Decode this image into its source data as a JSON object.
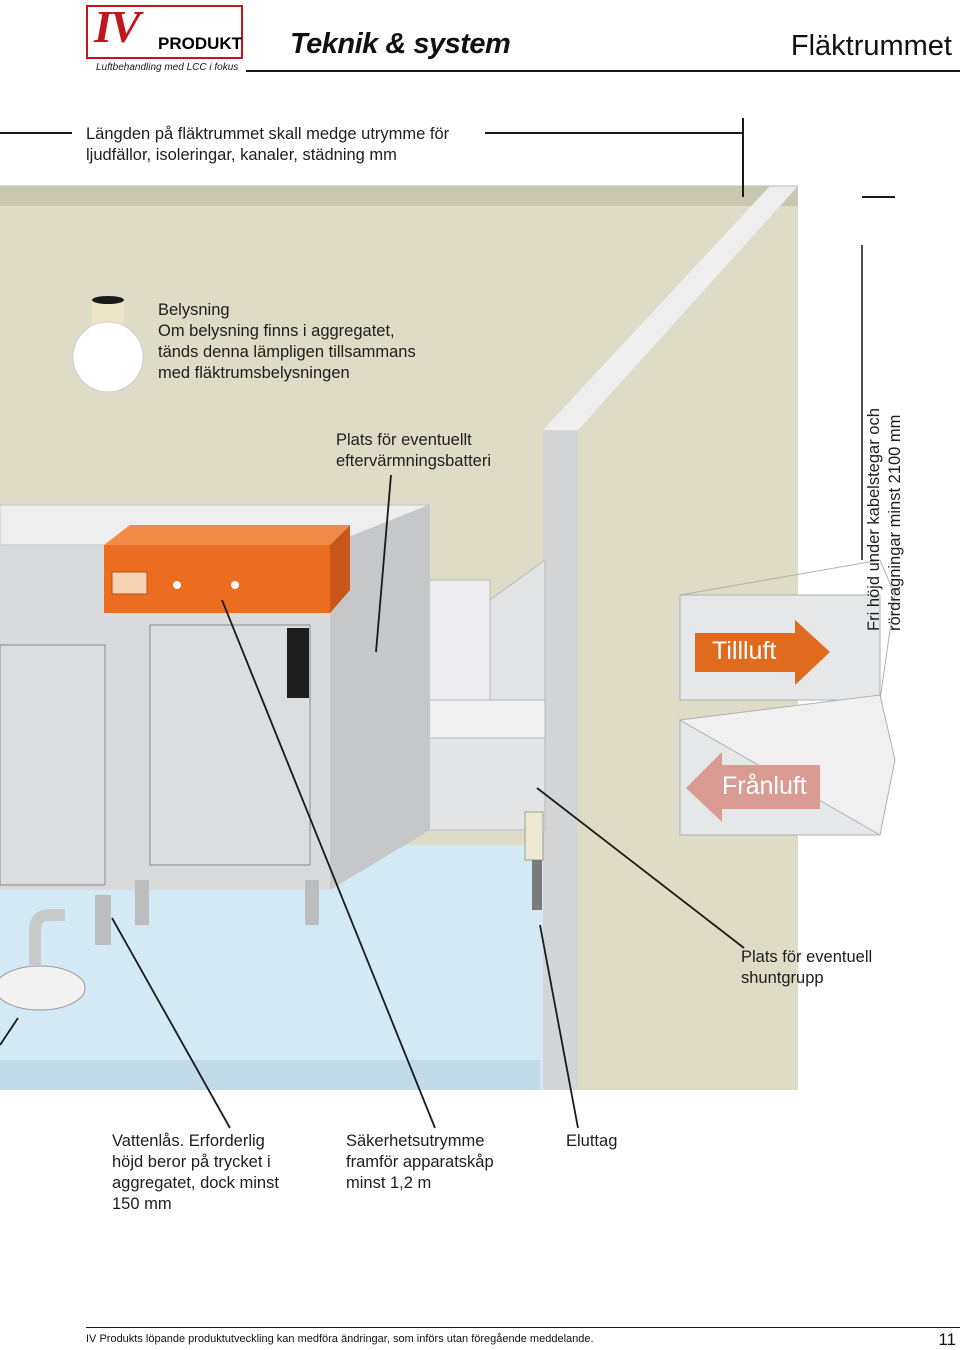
{
  "header": {
    "logo_text": "IV",
    "logo_product": "PRODUKT",
    "logo_tagline": "Luftbehandling med LCC i fokus",
    "section": "Teknik & system",
    "page_title": "Fläktrummet"
  },
  "callouts": {
    "length_note": "Längden på fläktrummet skall medge utrymme för\nljudfällor, isoleringar, kanaler, städning mm",
    "lighting": "Belysning\nOm belysning finns i aggregatet,\ntänds denna lämpligen tillsammans\nmed fläktrumsbelysningen",
    "reheater": "Plats för eventuellt\neftervärmningsbatteri",
    "free_height": "Fri höjd under kabelstegar och\nrördragningar minst 2100 mm",
    "supply_air": "Tillluft",
    "exhaust_air": "Frånluft",
    "shunt_group": "Plats för eventuell\nshuntgrupp",
    "water_trap": "Vattenlås. Erforderlig\nhöjd beror på trycket i\naggregatet, dock minst\n150 mm",
    "safety_space": "Säkerhetsutrymme\nframför apparatskåp\nminst 1,2 m",
    "outlet": "Eluttag"
  },
  "footer": {
    "disclaimer": "IV Produkts löpande produktutveckling kan medföra ändringar, som införs utan föregående meddelande.",
    "page_number": "11"
  },
  "colors": {
    "brand_red": "#c0161d",
    "wall": "#dedbc6",
    "floor": "#d3e9f4",
    "unit_gray": "#d9dadc",
    "heater_orange": "#ec6d1f",
    "arrow_orange": "#e06a1e",
    "arrow_pink": "#d99b92"
  }
}
